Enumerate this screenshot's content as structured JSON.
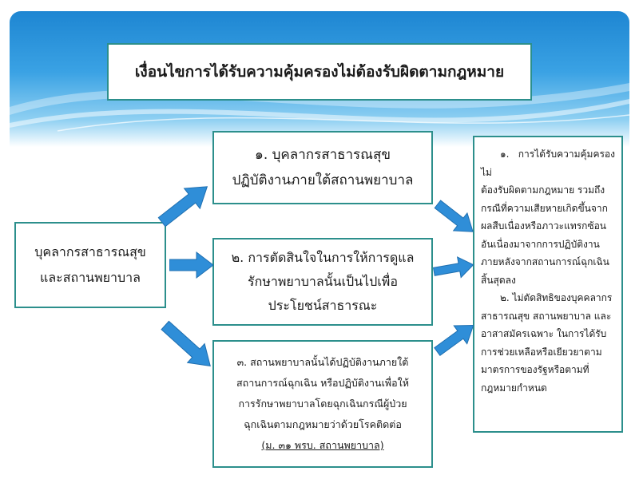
{
  "title": "เงื่อนไขการได้รับความคุ้มครองไม่ต้องรับผิดตามกฎหมาย",
  "subject": {
    "line1": "บุคลากรสาธารณสุข",
    "line2": "และสถานพยาบาล"
  },
  "conditions": [
    {
      "lines": [
        "๑. บุคลากรสาธารณสุข",
        "ปฏิบัติงานภายใต้สถานพยาบาล"
      ]
    },
    {
      "lines": [
        "๒. การตัดสินใจในการให้การดูแล",
        "รักษาพยาบาลนั้นเป็นไปเพื่อ",
        "ประโยชน์สาธารณะ"
      ]
    },
    {
      "lines": [
        "๓. สถานพยาบาลนั้นได้ปฏิบัติงานภายใต้",
        "สถานการณ์ฉุกเฉิน หรือปฏิบัติงานเพื่อให้",
        "การรักษาพยาบาลโดยฉุกเฉินกรณีผู้ป่วย",
        "ฉุกเฉินตามกฎหมายว่าด้วยโรคติดต่อ"
      ],
      "reference": "(ม. ๓๑ พรบ. สถานพยาบาล)"
    }
  ],
  "results": {
    "lines1": [
      "๑. การได้รับความคุ้มครองไม่",
      "ต้องรับผิดตามกฎหมาย รวมถึง",
      "กรณีที่ความเสียหายเกิดขึ้นจาก",
      "ผลสืบเนื่องหรือภาวะแทรกซ้อน",
      "อันเนื่องมาจากการปฏิบัติงาน",
      "ภายหลังจากสถานการณ์ฉุกเฉิน",
      "สิ้นสุดลง"
    ],
    "lines2": [
      "๒. ไม่ตัดสิทธิของบุคคลากร",
      "สาธารณสุข สถานพยาบาล และ",
      "อาสาสมัครเฉพาะ ในการได้รับ",
      "การช่วยเหลือหรือเยียวยาตาม",
      "มาตรการของรัฐหรือตามที่",
      "กฎหมายกำหนด"
    ]
  },
  "colors": {
    "border": "#2c8f8c",
    "arrow": "#2f8ed8",
    "banner": "#1e86d2"
  }
}
